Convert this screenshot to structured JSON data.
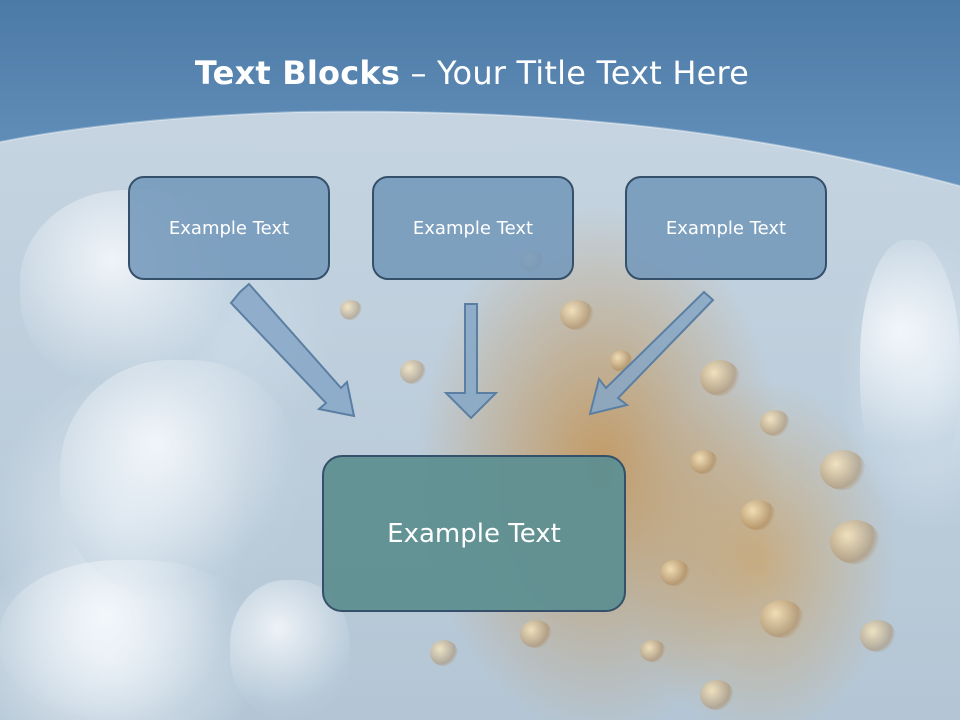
{
  "slide": {
    "title_bold": "Text Blocks",
    "title_rest": " – Your Title Text Here"
  },
  "blocks": {
    "top": [
      "Example Text",
      "Example Text",
      "Example Text"
    ],
    "bottom": "Example Text"
  },
  "colors": {
    "header_band": "#5a86b0",
    "top_block_fill": "#7498bb",
    "bottom_block_fill": "#5e8f91",
    "block_border": "#35506a",
    "arrow_fill": "#86a7c7",
    "text": "#ffffff"
  }
}
